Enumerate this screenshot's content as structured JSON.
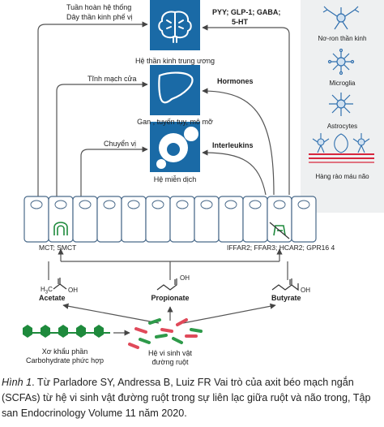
{
  "organs": {
    "brain": {
      "label": "Hệ thần kinh trung ương",
      "icon": "brain-icon"
    },
    "liver": {
      "label": "Gan , tuyến tụy, mô mỡ",
      "icon": "liver-icon"
    },
    "immune": {
      "label": "Hệ miễn dịch",
      "icon": "immune-cells-icon"
    }
  },
  "routes": {
    "systemic": "Tuần hoàn hệ thống",
    "vagus": "Dây thần kinh phế vị",
    "portal": "Tĩnh mạch cửa",
    "translocation": "Chuyển vị"
  },
  "signals": {
    "peptides_line1": "PYY; GLP-1; GABA;",
    "peptides_line2": "5-HT",
    "hormones": "Hormones",
    "interleukins": "Interleukins"
  },
  "side_panel": {
    "neuron": "Nơ-ron thần kinh",
    "microglia": "Microglia",
    "astrocytes": "Astrocytes",
    "bbb": "Hàng rào máu não"
  },
  "epithelium": {
    "transporters": "MCT; SMCT",
    "receptors": "IFFAR2; FFAR3; HCAR2; GPR16 4"
  },
  "scfa": {
    "acetate": "Acetate",
    "acetate_formula_h3c": "H",
    "acetate_formula_sub": "3",
    "acetate_formula_c": "C",
    "oh": "OH",
    "propionate": "Propionate",
    "butyrate": "Butyrate"
  },
  "inputs": {
    "fiber_line1": "Xơ khẩu phần",
    "fiber_line2": "Carbohydrate phức hợp",
    "microbiota_line1": "Hệ vi sinh vật",
    "microbiota_line2": "đường ruột"
  },
  "caption": {
    "figure_label": "Hình 1",
    "text": ". Từ Parladore SY, Andressa B, Luiz FR Vai trò của axit béo mạch ngắn (SCFAs) từ hệ vi sinh vật đường ruột trong sự liên lạc giữa ruột và não trong,  Tập san Endocrinology Volume 11 năm 2020."
  },
  "colors": {
    "organ_box": "#1a6aa6",
    "fiber_green": "#1e8a3c",
    "bacteria_red": "#e04a5a",
    "bacteria_green": "#2e9a4a",
    "panel_bg": "#eef0f1",
    "bbb_red": "#d7263d",
    "neuron_blue": "#2f6fae"
  }
}
